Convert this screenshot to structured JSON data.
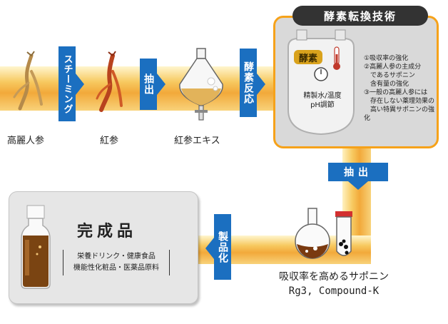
{
  "steps": {
    "steaming": "スチーミング",
    "extract_1": "抽出",
    "enzyme_reaction": "酵素反応",
    "extract_2": "抽出",
    "productization": "製品化"
  },
  "labels": {
    "korean_ginseng": "高麗人参",
    "red_ginseng": "紅参",
    "red_ginseng_extract": "紅参エキス",
    "saponin_line1": "吸収率を高めるサポニン",
    "saponin_line2": "Rg3, Compound-K"
  },
  "enzyme_panel": {
    "title": "酵素転換技術",
    "badge": "酵素",
    "controls_line1": "精製水/温度",
    "controls_line2": "pH調節",
    "notes": [
      "①吸収率の強化",
      "②高麗人参の主成分",
      "　であるサポニン",
      "　含有量の強化",
      "③一般の高麗人参には",
      "　存在しない薬理効果の",
      "　高い特異サポニンの強化"
    ]
  },
  "product_panel": {
    "title": "完成品",
    "line1": "栄養ドリンク・健康食品",
    "line2": "機能性化粧品・医薬品原料"
  },
  "colors": {
    "accent_blue": "#1b6fc0",
    "flow_orange": "#f2a93a",
    "panel_border": "#f6a21a"
  }
}
